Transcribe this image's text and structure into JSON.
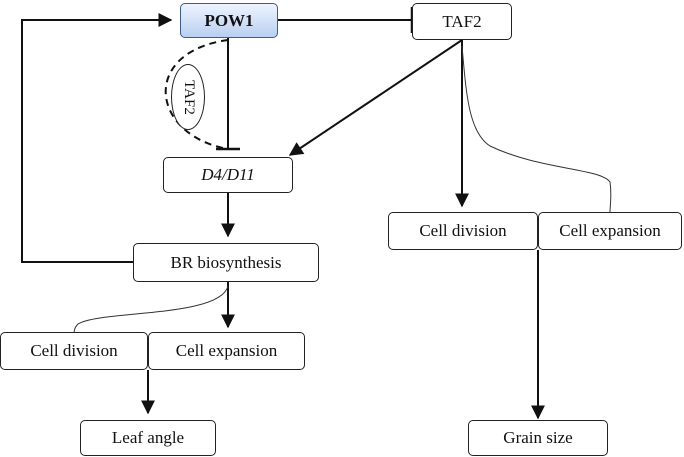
{
  "nodes": {
    "pow1": "POW1",
    "taf2": "TAF2",
    "taf2_oval": "TAF2",
    "d4d11": "D4/D11",
    "br_biosynthesis": "BR biosynthesis",
    "cell_division_left": "Cell division",
    "cell_expansion_left": "Cell expansion",
    "leaf_angle": "Leaf angle",
    "cell_division_right": "Cell division",
    "cell_expansion_right": "Cell expansion",
    "grain_size": "Grain size"
  },
  "colors": {
    "line": "#111111",
    "pow1_fill_top": "#eef4ff",
    "pow1_fill_bottom": "#b9cff1",
    "pow1_border": "#3d5d8f"
  }
}
